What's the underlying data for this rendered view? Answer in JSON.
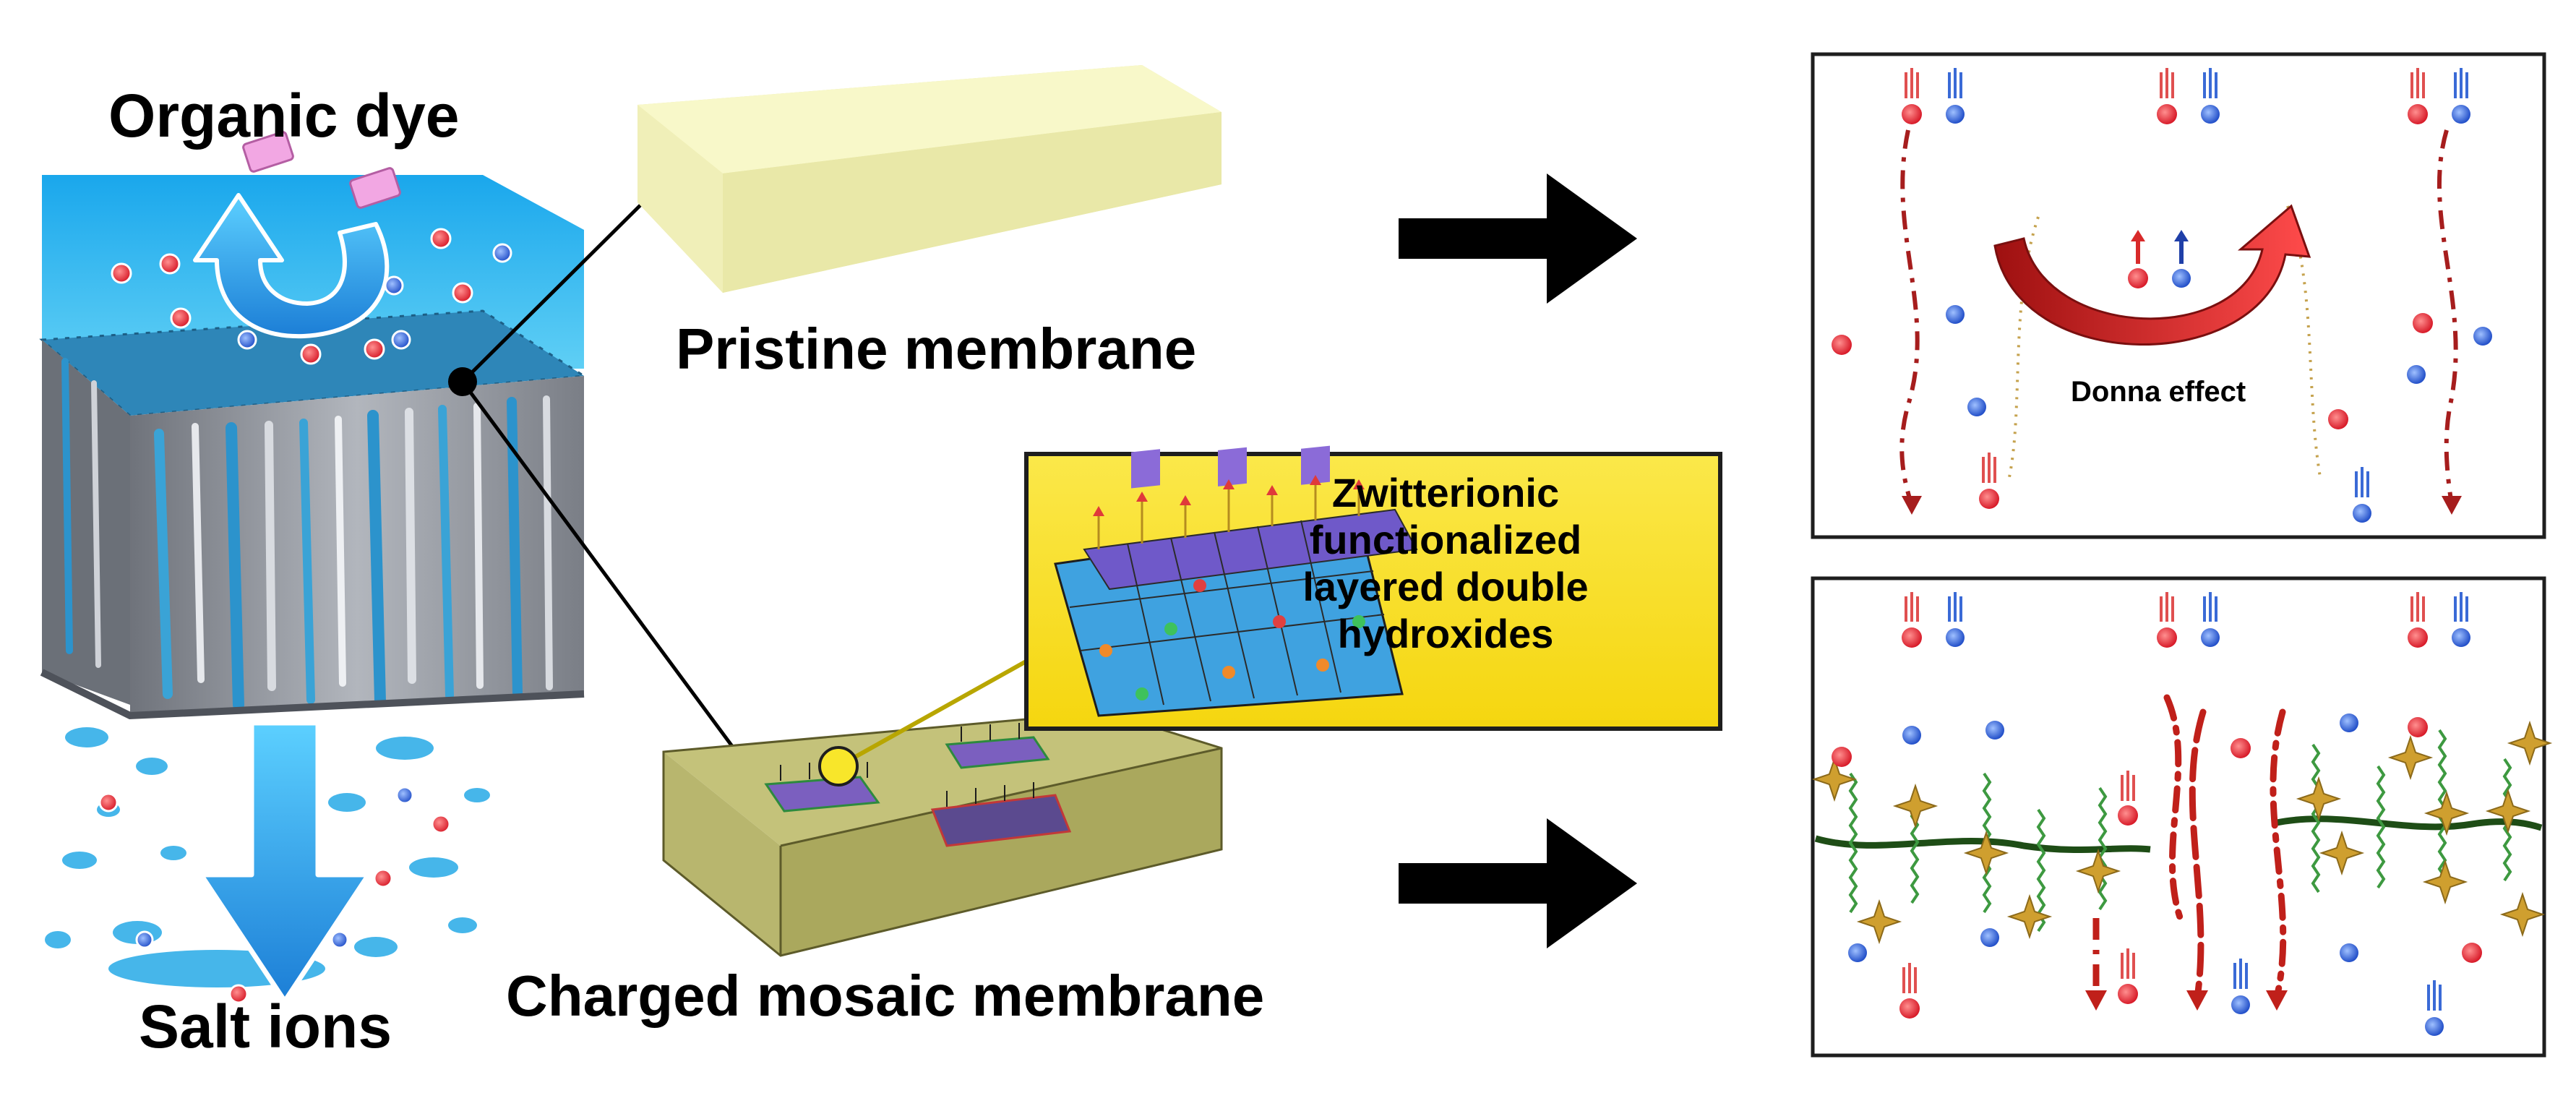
{
  "labels": {
    "organic_dye": "Organic dye",
    "salt_ions": "Salt ions",
    "pristine_membrane": "Pristine membrane",
    "charged_mosaic_membrane": "Charged mosaic membrane",
    "zwitterionic_lines": [
      "Zwitterionic",
      "functionalized",
      "layered double",
      "hydroxides"
    ],
    "donnan_effect": "Donna effect"
  },
  "colors": {
    "water": "#29b3ea",
    "pristine": "#f3f3bf",
    "mosaic": "#b5b368",
    "callout": "#fbe328",
    "cation": "#e3232f",
    "anion": "#2d65d6",
    "flux_arrow": "#a61d1d",
    "polymer": "#1e4d16",
    "star": "#cf9f2f",
    "side_chain": "#3d9940"
  }
}
